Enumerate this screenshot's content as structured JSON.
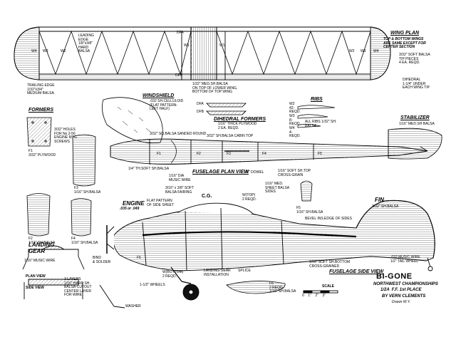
{
  "title": {
    "name": "BI-GONE",
    "subtitle": "NORTHWEST CHAMPIONSHIPS",
    "line2": "1/2A  F.F. 1st PLACE",
    "author": "BY VERN CLEMENTS",
    "drawn": "Drawn W.Y."
  },
  "sections": {
    "wing_plan": "WING PLAN",
    "wing_note": "TOP & BOTTOM WINGS\nARE SAME EXCEPT FOR\nCENTER SECTION",
    "windshield": "WINDSHIELD",
    "formers": "FORMERS",
    "dihedral_formers": "DIHEDRAL FORMERS",
    "ribs": "RIBS",
    "stabilizer": "STABILIZER",
    "fuselage_plan": "FUSELAGE PLAN VIEW",
    "engine": "ENGINE",
    "engine_size": ".035 or .049",
    "fin": "FIN",
    "landing_gear": "LANDING\nGEAR",
    "fuselage_side": "FUSELAGE SIDE VIEW",
    "plan_view": "PLAN VIEW",
    "side_view": "SIDE VIEW"
  },
  "labels": {
    "leading_edge": "LEADING\nEDGE\n1/8\"x3/8\"\nHARD\nBALSA",
    "dfa_top": "DFA",
    "dfb_bot": "DFB",
    "trailing_edge": "TRAILING EDGE\n1/32\"x3/4\"\nMEDIUM BALSA",
    "center_balsa": "1/32\" MED.SH.BALSA\nON TOP OF LOWER WING,\nBOTTOM OF TOP WING",
    "tip_pieces": "3/32\" SOFT BALSA\nTIP PIECES\n4 EA. REQD.",
    "dihedral": "DIHEDRAL\n1-1/4\" UNDER\nEACH WING TIP",
    "w1": "W1",
    "w2": "W2",
    "w3": "W3",
    "w4": "W4",
    "windshield_note": ".032 SH.CELLULOID\n(FLAT PATTERN-\nLEFT HALF)",
    "dfa": "DFA",
    "dfb": "DFB",
    "dihedral_note": "1/16\" THICK PLYWOOD\n2 EA. REQD.",
    "ribs_w2": "W2\n42-\nREQD.",
    "ribs_w3": "W3\n8-\nREQD.",
    "ribs_w4": "W4\n4-\nREQD.",
    "all_ribs": "ALL RIBS 1/32\" SH.\nBALSA",
    "stab_note": "1/16\" MED.SH BALSA",
    "holes_note": "3/32\" HOLES\nFOR No.2-56\nENGINE MTG.\nSCREWS",
    "f1": "F1\n3/32\" PLYWOOD",
    "f2": "F2\n1/16\" SH.BALSA",
    "f3": "F3\n1/16\" SH.BALSA",
    "f4": "F4\n1/16\" SH.BALSA",
    "f5": "F5\n1/16\" SH.BALSA",
    "f6": "F6\n2 REQD.\n1/16\" SH.BALSA",
    "sq_balsa": "3/32\" SQ.BALSA SANDED ROUND",
    "cabin_top": "3/32\" SH.BALSA CABIN TOP",
    "soft_sheet": "1/4\" TH.SOFT SH.BALSA",
    "music_wire_dia": "1/16\" DIA\nMUSIC WIRE",
    "dowel": "1/8\" DOWEL",
    "soft_top": "1/16\" SOFT SH.TOP\nCROSS-GRAIN",
    "fairing": "3/16\" x 3/8\" SOFT\nBALSA FAIRING",
    "flat_pattern": "FLAT PATTERN\nOF SIDE SHEET",
    "cg": "C.G.",
    "w_top": "W(TOP)\n2 REQD.",
    "med_sheet_sides": "1/16\" MED.\nSHEET BALSA\nSIDES",
    "fin_note": "3/32\" SH.BALSA",
    "bevel": "BEVEL INS.EDGE OF SIDES",
    "soft_bottom": "1/16\" SOFT SH.BOTTOM\nCROSS-GRAINED",
    "music_wire_032": ".032 MUSIC WIRE\n1/2\" TAIL WHEEL",
    "lg_music_wire": "1/16\" MUSIC WIRE",
    "bind_solder": "BIND\n& SOLDER",
    "layers": "3 LAYERS\n1/16\" HARD SH.\nBALSA-CUTOUT\nCENTER LAYER\nFOR WIRE",
    "washer": "WASHER",
    "w_bottom": "W(BOTTOM)\n2 REQD.",
    "lg_install": "LANDING GEAR\nINSTALLATION",
    "splice": "SPLICE",
    "wheels": "1-1/2\" WHEELS",
    "f_plan_f1": "F1",
    "f_plan_f2": "F2",
    "f_plan_f3": "F3",
    "f_plan_f4": "F4",
    "f_plan_f5": "F5",
    "scale": "SCALE",
    "scale_ticks": "0    1\"    2\"    3\""
  },
  "colors": {
    "ink": "#000000",
    "paper": "#ffffff",
    "balsa_grain": "#333333",
    "hatch": "#555555"
  }
}
